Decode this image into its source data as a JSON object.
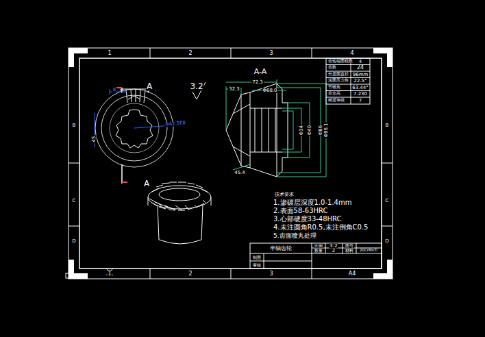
{
  "diagram": {
    "labels": [
      "1",
      "2",
      "3",
      "4",
      "1",
      "2",
      "3",
      "A4",
      "B",
      "C",
      "D",
      "B",
      "C",
      "D",
      "A",
      "A",
      "3.2",
      "A-A",
      "72.3",
      "32.3",
      "Φ68.0",
      "Φ96.1",
      "Φ86",
      "Φ40",
      "Φ34",
      "8",
      "Φ42.5F8",
      "45",
      "45.4",
      "齿轮端面模数",
      "4",
      "齿数",
      "24",
      "分度圆直径",
      "96mm",
      "法面压力角",
      "22.5°",
      "节锥角",
      "63.44°",
      "齿全高",
      "7.230",
      "精度等级",
      "7",
      "技术要求",
      "1.渗碳层深度1.0-1.4mm",
      "2.表面58-63HRC",
      "3.心部硬度33-48HRC",
      "4.未注圆角R0.5,未注倒角C0.5",
      "5.齿面喷丸处理",
      "半轴齿轮",
      "比例",
      "3:2",
      "图号",
      "数量",
      "2",
      "材料",
      "20CrMnTi",
      "制图",
      "审核"
    ]
  }
}
